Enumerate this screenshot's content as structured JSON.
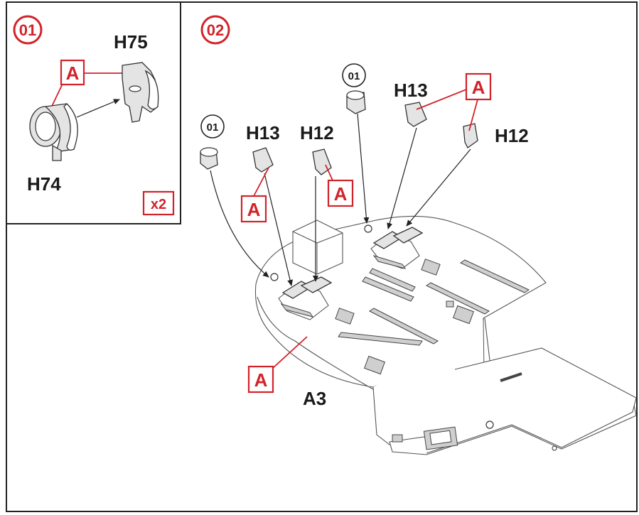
{
  "steps": [
    {
      "number": "01",
      "parts": [
        "H75",
        "H74"
      ],
      "marker": "A",
      "quantity": "x2"
    },
    {
      "number": "02",
      "callouts": {
        "step_ref_left": "01",
        "step_ref_right": "01",
        "h13_left": "H13",
        "h12_left": "H12",
        "h13_right": "H13",
        "h12_right": "H12",
        "marker_top": "A",
        "marker_left": "A",
        "marker_mid": "A",
        "marker_bottom": "A"
      },
      "base_part": "A3"
    }
  ],
  "colors": {
    "accent_red": "#d2232a",
    "line": "#222222",
    "part_fill": "#e4e4e4"
  }
}
